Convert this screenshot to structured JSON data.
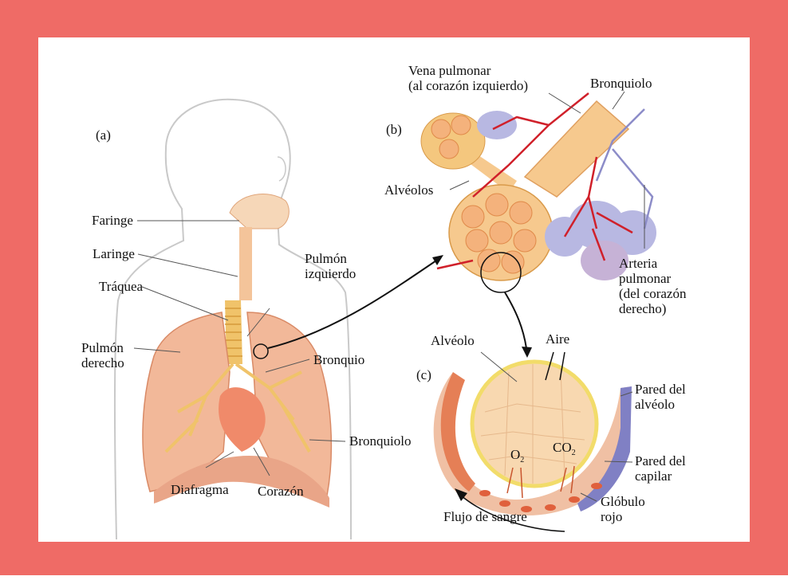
{
  "colors": {
    "frame": "#ef6b66",
    "card": "#ffffff",
    "lung": "#f2b899",
    "airway": "#f6c98e",
    "artery": "#d0202a",
    "vein": "#8c8cc8"
  },
  "panels": {
    "a": "(a)",
    "b": "(b)",
    "c": "(c)"
  },
  "labels_a": {
    "faringe": "Faringe",
    "laringe": "Laringe",
    "traquea": "Tráquea",
    "pulmon_der": [
      "Pulmón",
      "derecho"
    ],
    "pulmon_izq": [
      "Pulmón",
      "izquierdo"
    ],
    "bronquio": "Bronquio",
    "bronquiolo": "Bronquiolo",
    "diafragma": "Diafragma",
    "corazon": "Corazón"
  },
  "labels_b": {
    "vena": [
      "Vena pulmonar",
      "(al corazón izquierdo)"
    ],
    "bronquiolo": "Bronquiolo",
    "alveolos": "Alvéolos",
    "arteria": [
      "Arteria",
      "pulmonar",
      "(del corazón",
      "derecho)"
    ]
  },
  "labels_c": {
    "alveolo": "Alvéolo",
    "aire": "Aire",
    "pared_alveolo": [
      "Pared del",
      "alvéolo"
    ],
    "o": "O",
    "o_sub": "2",
    "co": "CO",
    "co_sub": "2",
    "pared_capilar": [
      "Pared del",
      "capilar"
    ],
    "globulo": [
      "Glóbulo",
      "rojo"
    ],
    "flujo": "Flujo de sangre"
  }
}
